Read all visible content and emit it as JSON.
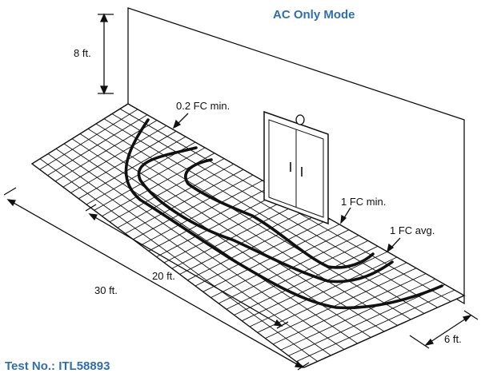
{
  "mode_title": "AC Only Mode",
  "test_label": "Test No.: ITL58893",
  "labels": {
    "wall_height": "8 ft.",
    "fc_02_min": "0.2 FC min.",
    "fc_1_min": "1 FC min.",
    "fc_1_avg": "1 FC avg.",
    "len_20": "20 ft.",
    "len_30": "30 ft.",
    "width_6": "6 ft."
  },
  "colors": {
    "accent": "#2f6fb0",
    "line": "#111111"
  }
}
